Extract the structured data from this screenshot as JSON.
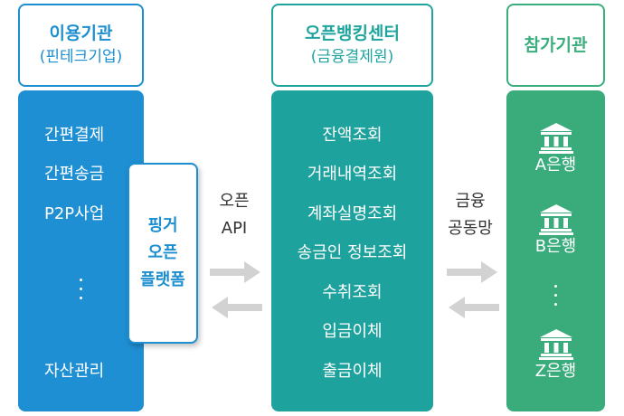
{
  "columns": {
    "user": {
      "title": "이용기관",
      "subtitle": "(핀테크기업)",
      "items": [
        "간편결제",
        "간편송금",
        "P2P사업",
        "자산관리"
      ]
    },
    "center": {
      "title": "오픈뱅킹센터",
      "subtitle": "(금융결제원)",
      "items": [
        "잔액조회",
        "거래내역조회",
        "계좌실명조회",
        "송금인 정보조회",
        "수취조회",
        "입금이체",
        "출금이체"
      ]
    },
    "participant": {
      "title": "참가기관",
      "banks": [
        "A은행",
        "B은행",
        "Z은행"
      ]
    }
  },
  "platform": {
    "lines": [
      "핑거",
      "오픈",
      "플랫폼"
    ]
  },
  "connectors": {
    "left": {
      "lines": [
        "오픈",
        "API"
      ]
    },
    "right": {
      "lines": [
        "금융",
        "공동망"
      ]
    }
  },
  "colors": {
    "user": "#1e8fd3",
    "center": "#1ea29d",
    "participant": "#3aac7c",
    "arrow": "#d2d2d2"
  },
  "icons": {
    "bank": "bank-building-icon",
    "arrow_right": "arrow-right-icon",
    "arrow_left": "arrow-left-icon"
  }
}
